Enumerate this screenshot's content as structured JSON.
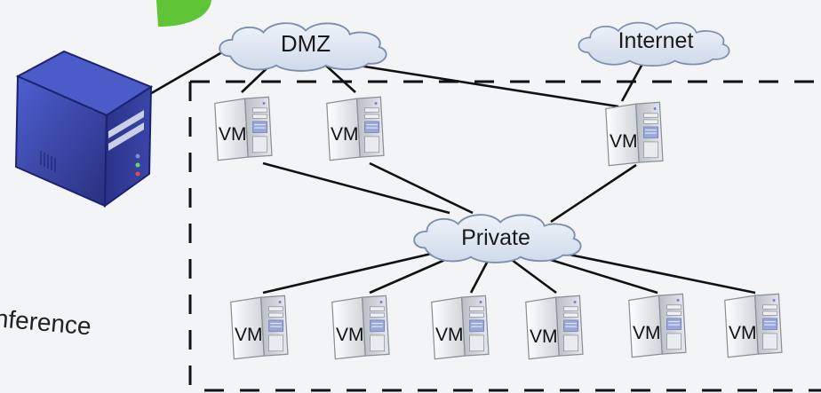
{
  "clouds": {
    "dmz": "DMZ",
    "internet": "Internet",
    "private": "Private"
  },
  "vm_label": "VM",
  "side_text": "nference",
  "colors": {
    "background": "#f3f4f6",
    "cloud_fill": "#dde6f3",
    "cloud_stroke": "#7a8fad",
    "link": "#111111",
    "host_body": "#3b4bb0",
    "host_dark": "#1c2270",
    "leaf_accent": "#5fc436"
  },
  "icons": [
    "server-tower-icon",
    "vm-server-icon",
    "cloud-icon"
  ]
}
